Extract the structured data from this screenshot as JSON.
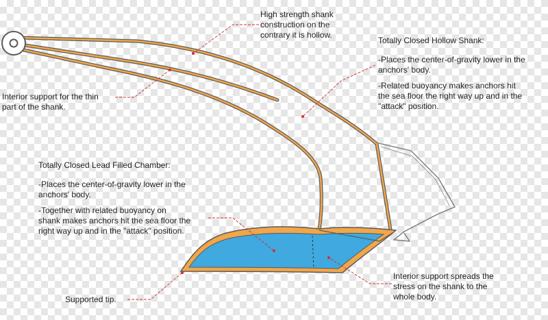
{
  "colors": {
    "shank_outline": "#5a5a5a",
    "orange_layer": "#f0a64a",
    "lead_fill": "#3fa9e0",
    "leader_line": "#d32f2f",
    "text": "#222222",
    "checker": "#e6e6e6"
  },
  "labels": {
    "high_strength": {
      "line1": "High strength shank",
      "line2": "construction on the",
      "line3": "contrary it is hollow."
    },
    "hollow_shank": {
      "title": "Totally Closed Hollow Shank:",
      "p1_line1": "-Places the center-of-gravity lower in the",
      "p1_line2": "anchors' body.",
      "p2_line1": "-Related buoyancy makes anchors hit",
      "p2_line2": "the sea floor the right way up and in the",
      "p2_line3": "\"attack\" position."
    },
    "interior_support_thin": {
      "line1": "Interior support for the thin",
      "line2": "part of the shank."
    },
    "lead_chamber": {
      "title": "Totally Closed Lead Filled Chamber:",
      "p1_line1": "-Places the center-of-gravity lower in the",
      "p1_line2": "anchors' body.",
      "p2_line1": "-Together with related buoyancy on",
      "p2_line2": "shank makes anchors hit the sea floor the",
      "p2_line3": "right way up and in the \"attack\" position."
    },
    "interior_support_spread": {
      "line1": "Interior support spreads the",
      "line2": "stress on the shank to the",
      "line3": "whole body."
    },
    "supported_tip": {
      "line1": "Supported tip."
    }
  }
}
